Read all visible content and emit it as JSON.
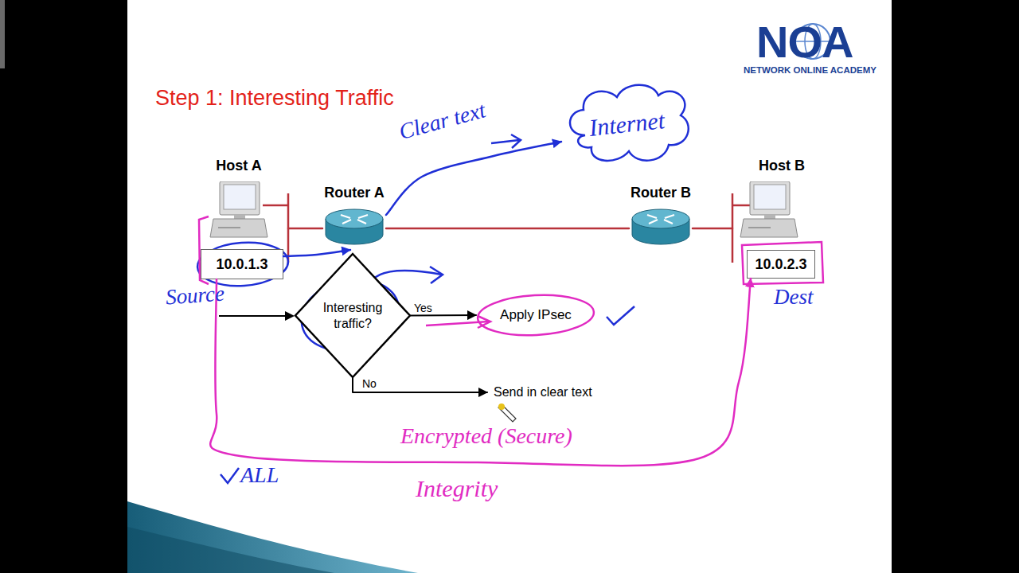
{
  "diagram": {
    "title": "Step 1: Interesting Traffic",
    "nodes": [
      {
        "text": [
          "Internet"
        ]
      },
      {
        "text": [
          "Host A"
        ]
      },
      {
        "text": [
          "Router A"
        ]
      },
      {
        "text": [
          "Router B"
        ]
      },
      {
        "text": [
          "Host B"
        ]
      },
      {
        "text": [
          "10.0.1.3"
        ]
      },
      {
        "text": [
          "10.0.2.3"
        ]
      },
      {
        "text": [
          "Interesting traffic?"
        ]
      },
      {
        "text": [
          "Apply IPsec"
        ]
      },
      {
        "text": [
          "Send in clear text"
        ]
      }
    ],
    "edges": [
      {
        "from": 1,
        "to": 2,
        "arrow": "none"
      },
      {
        "from": 2,
        "to": 3,
        "arrow": "none"
      },
      {
        "from": 3,
        "to": 4,
        "arrow": "none"
      },
      {
        "from": 2,
        "to": 0,
        "label": "Clear text",
        "arrow": "to"
      },
      {
        "from": 5,
        "to": 2,
        "arrow": "to"
      },
      {
        "from": 7,
        "to": 8,
        "label": "Yes",
        "arrow": "to"
      },
      {
        "from": 7,
        "to": 9,
        "label": "No",
        "arrow": "to"
      },
      {
        "from": 5,
        "to": 6,
        "label": "Encrypted (Secure)",
        "arrow": "to"
      }
    ],
    "labels": [
      "NOA",
      "NETWORK ONLINE ACADEMY",
      "Source",
      "Dest",
      "Integrity",
      "ALL"
    ]
  }
}
